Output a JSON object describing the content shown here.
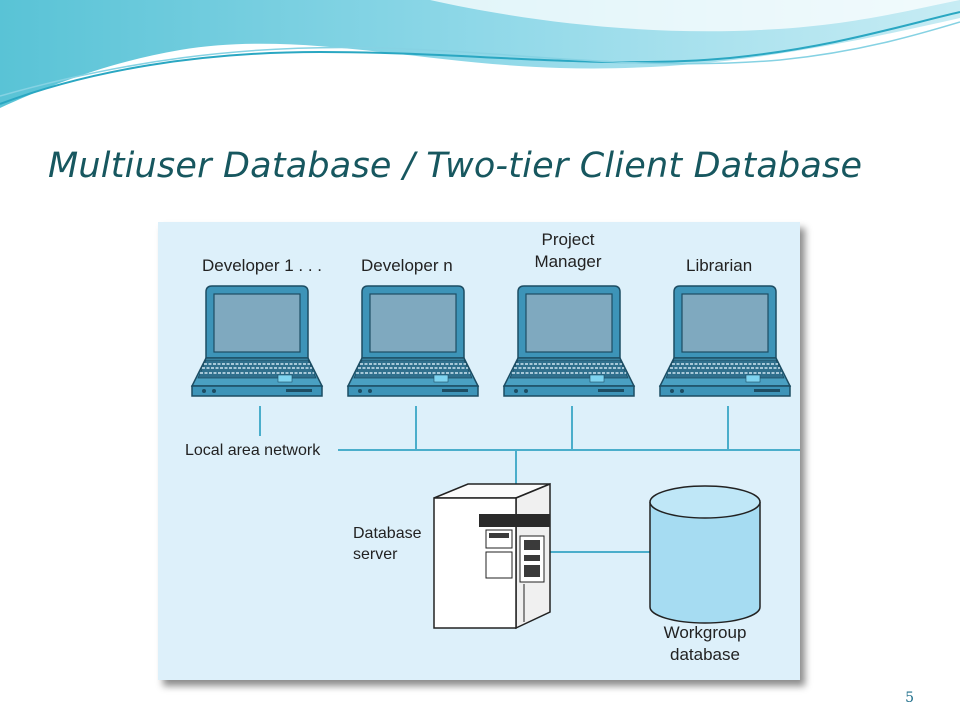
{
  "slide": {
    "title": "Multiuser Database / Two-tier Client Database",
    "page_number": "5"
  },
  "diagram": {
    "clients": [
      {
        "label": "Developer 1 . . ."
      },
      {
        "label": "Developer n"
      },
      {
        "label": "Project\nManager"
      },
      {
        "label": "Librarian"
      }
    ],
    "network_label": "Local area network",
    "server_label": "Database\nserver",
    "database_label": "Workgroup\ndatabase"
  },
  "colors": {
    "title": "#17575f",
    "panel_bg": "#ddf0fa",
    "line": "#4aaecb",
    "laptop_body": "#3d94b8",
    "laptop_screen": "#7fa9bf",
    "cylinder": "#a6dcf2"
  }
}
